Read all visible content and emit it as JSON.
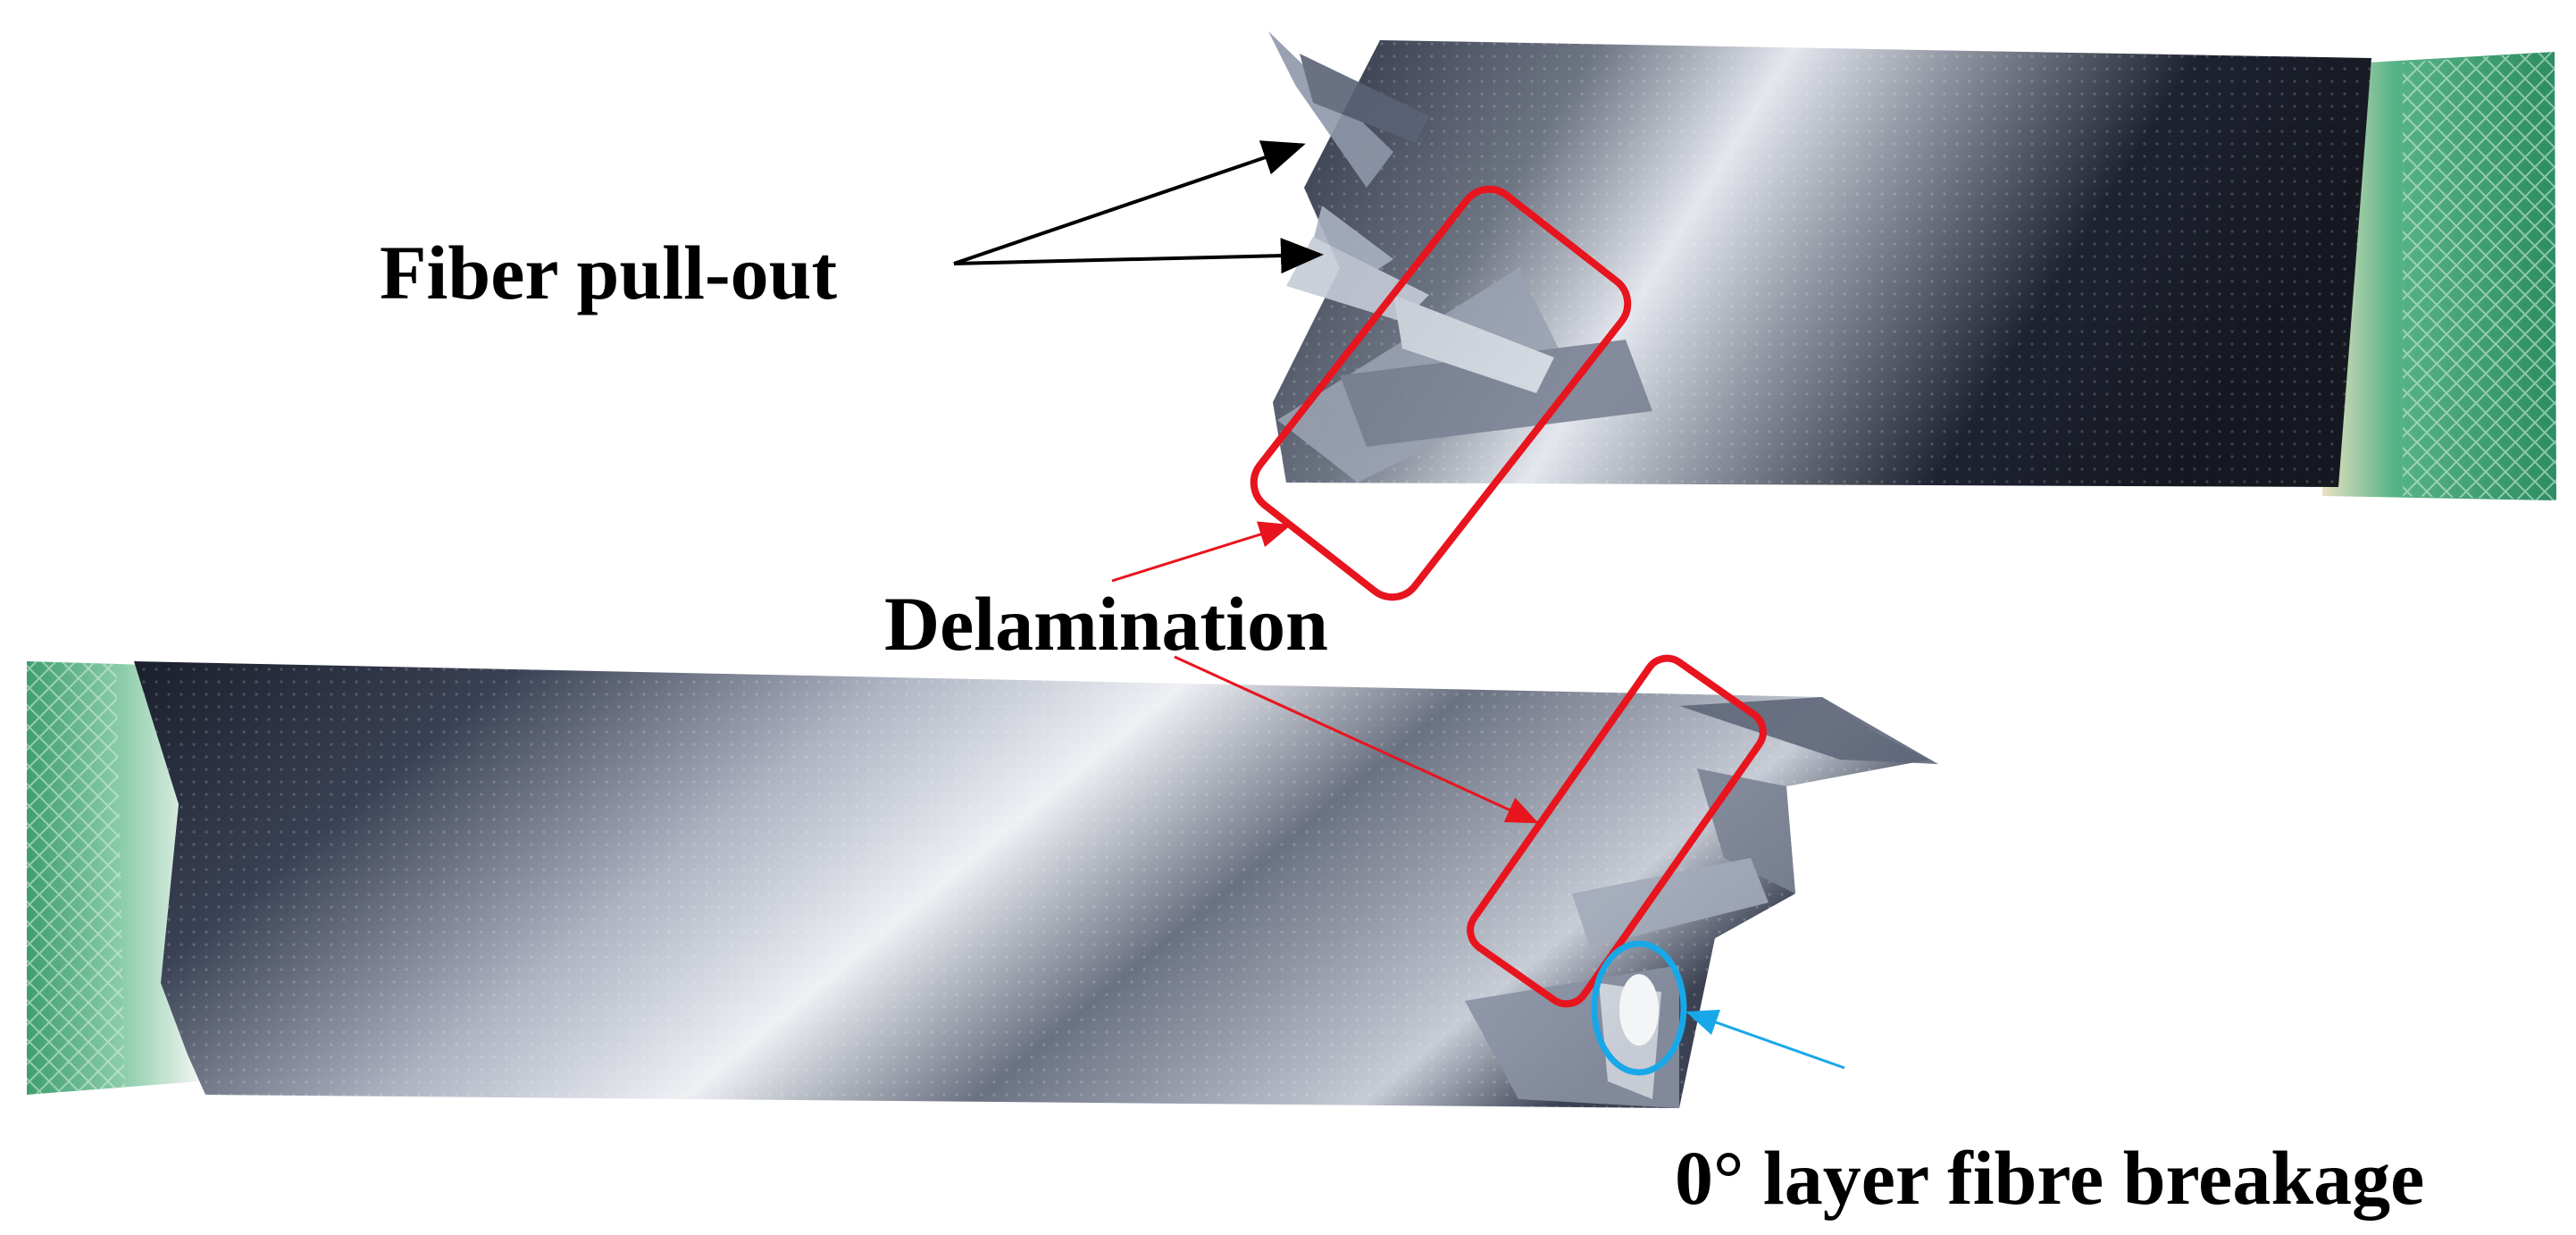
{
  "annotations": {
    "fiber_pullout": "Fiber pull-out",
    "delamination": "Delamination",
    "fibre_breakage": "0°  layer fibre breakage"
  },
  "colors": {
    "background": "#ffffff",
    "specimen_dark": "#1d2130",
    "specimen_light": "#c9ced8",
    "grip_tab": "#2f9a6a",
    "delamination_box": "#e8141e",
    "breakage_marker": "#18a8e8",
    "pullout_arrow": "#000000"
  },
  "icons": {
    "delamination_marker": "rounded-rectangle-outline",
    "breakage_marker": "ellipse-outline",
    "pointer": "arrow"
  }
}
